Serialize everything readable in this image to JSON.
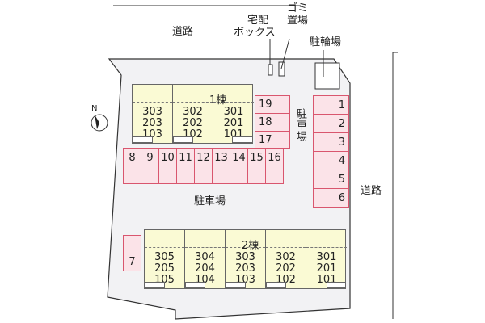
{
  "labels": {
    "road_top": "道路",
    "road_right": "道路",
    "delivery_box": [
      "宅配",
      "ボックス"
    ],
    "garbage": [
      "ゴミ",
      "置場"
    ],
    "bicycle": "駐輪場",
    "parking_right": "駐車場",
    "parking_center": "駐車場",
    "compass": "N"
  },
  "building1": {
    "name": "1棟",
    "units": [
      [
        "303",
        "203",
        "103"
      ],
      [
        "302",
        "202",
        "102"
      ],
      [
        "301",
        "201",
        "101"
      ]
    ]
  },
  "building2": {
    "name": "2棟",
    "units": [
      [
        "305",
        "205",
        "105"
      ],
      [
        "304",
        "204",
        "104"
      ],
      [
        "303",
        "203",
        "103"
      ],
      [
        "302",
        "202",
        "102"
      ],
      [
        "301",
        "201",
        "101"
      ]
    ]
  },
  "parking": {
    "right_column": [
      "1",
      "2",
      "3",
      "4",
      "5",
      "6"
    ],
    "left_single": "7",
    "middle_row": [
      "8",
      "9",
      "10",
      "11",
      "12",
      "13",
      "14",
      "15",
      "16"
    ],
    "small_column": [
      "19",
      "18",
      "17"
    ]
  },
  "colors": {
    "parking_fill": "#fbe3e8",
    "parking_border": "#d9566e",
    "building_fill": "#fafad4",
    "lot_fill": "#f2f2f4"
  }
}
